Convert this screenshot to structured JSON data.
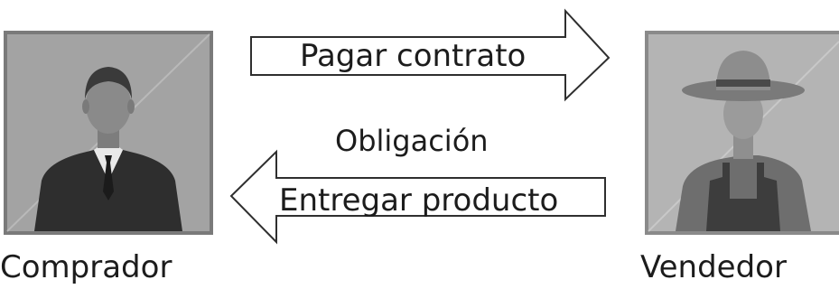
{
  "buyer": {
    "label": "Comprador",
    "icon": "businessman-icon"
  },
  "seller": {
    "label": "Vendedor",
    "icon": "farmer-icon"
  },
  "arrows": {
    "to_seller": {
      "label": "Pagar contrato",
      "direction": "right"
    },
    "to_buyer": {
      "label": "Entregar producto",
      "direction": "left"
    }
  },
  "relation": {
    "label": "Obligación"
  },
  "colors": {
    "portrait_frame": "#808080",
    "portrait_bg": "#a6a6a6",
    "arrow_fill": "#ffffff",
    "arrow_stroke": "#333333",
    "text": "#1c1c1c"
  }
}
